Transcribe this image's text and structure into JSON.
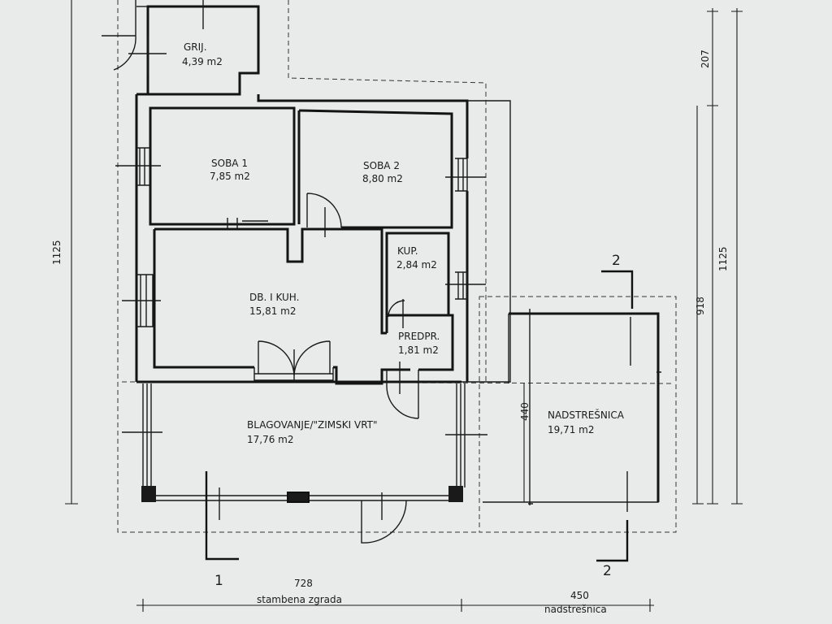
{
  "rooms": {
    "grij": {
      "name": "GRIJ.",
      "area": "4,39 m2"
    },
    "soba1": {
      "name": "SOBA 1",
      "area": "7,85 m2"
    },
    "soba2": {
      "name": "SOBA 2",
      "area": "8,80 m2"
    },
    "kup": {
      "name": "KUP.",
      "area": "2,84 m2"
    },
    "dbkuh": {
      "name": "DB. I KUH.",
      "area": "15,81 m2"
    },
    "predpr": {
      "name": "PREDPR.",
      "area": "1,81 m2"
    },
    "blagovanje": {
      "name": "BLAGOVANJE/\"ZIMSKI VRT\"",
      "area": "17,76 m2"
    },
    "nadstresnica": {
      "name": "NADSTREŠNICA",
      "area": "19,71 m2"
    }
  },
  "dimensions": {
    "left_height": "1125",
    "right_top": "207",
    "right_mid": "918",
    "right_total": "1125",
    "canopy_inner": "440",
    "bottom_house": "728",
    "bottom_house_label": "stambena zgrada",
    "bottom_canopy": "450",
    "bottom_canopy_label": "nadstrešnica"
  },
  "sections": {
    "s1_bottom": "1",
    "s2_top": "2",
    "s2_bottom": "2"
  }
}
